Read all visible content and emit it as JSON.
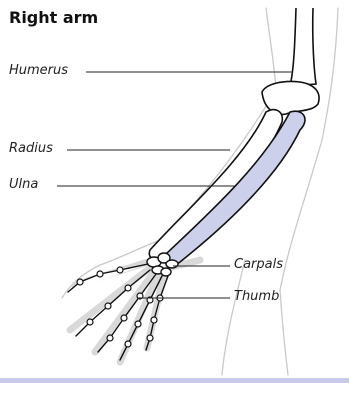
{
  "diagram": {
    "title": "Right arm",
    "labels": {
      "humerus": "Humerus",
      "radius": "Radius",
      "ulna": "Ulna",
      "carpals": "Carpals",
      "thumb": "Thumb"
    }
  },
  "colors": {
    "bone_fill": "#ffffff",
    "bone_outline": "#111111",
    "ulna_shade": "#cdd0ea",
    "skin_outline": "#c9c9c9",
    "leader_line": "#222222",
    "bottom_bar": "#c8c9ec"
  }
}
